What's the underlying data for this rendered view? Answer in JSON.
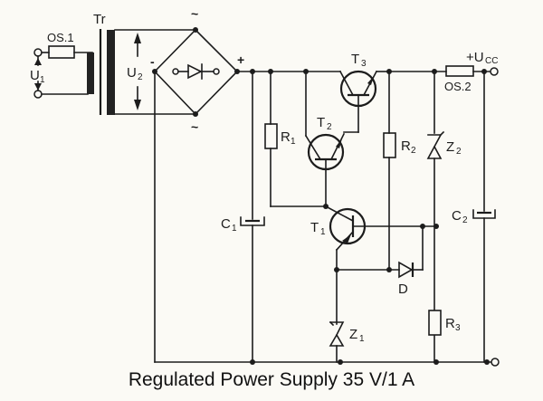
{
  "caption": "Regulated Power Supply 35 V/1 A",
  "labels": {
    "transformer": "Tr",
    "fuse1": "OS.1",
    "fuse2": "OS.2",
    "input_voltage": "U",
    "input_voltage_sub": "1",
    "secondary_voltage": "U",
    "secondary_voltage_sub": "2",
    "output": "+U",
    "output_sub": "CC",
    "bridge_minus": "-",
    "bridge_plus": "+",
    "bridge_ac_top": "~",
    "bridge_ac_bottom": "~",
    "R1": "R",
    "R1_sub": "1",
    "R2": "R",
    "R2_sub": "2",
    "R3": "R",
    "R3_sub": "3",
    "C1": "C",
    "C1_sub": "1",
    "C2": "C",
    "C2_sub": "2",
    "T1": "T",
    "T1_sub": "1",
    "T2": "T",
    "T2_sub": "2",
    "T3": "T",
    "T3_sub": "3",
    "Z1": "Z",
    "Z1_sub": "1",
    "Z2": "Z",
    "Z2_sub": "2",
    "D": "D"
  }
}
